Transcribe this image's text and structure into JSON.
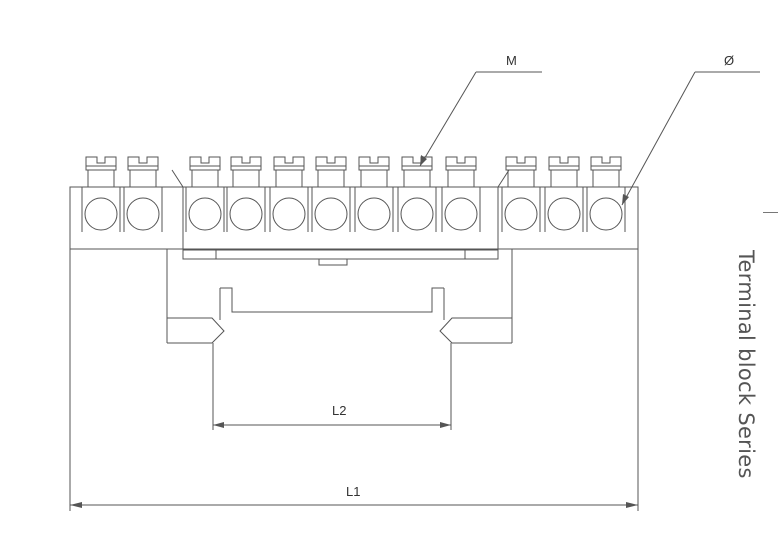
{
  "labels": {
    "screw_size": "M",
    "hole_diameter": "Ø",
    "mounting_width": "L2",
    "overall_length": "L1"
  },
  "sidebar": {
    "title": "Terminal block Series"
  },
  "terminal_count": 12,
  "colors": {
    "line": "#555555",
    "title": "#555555"
  }
}
